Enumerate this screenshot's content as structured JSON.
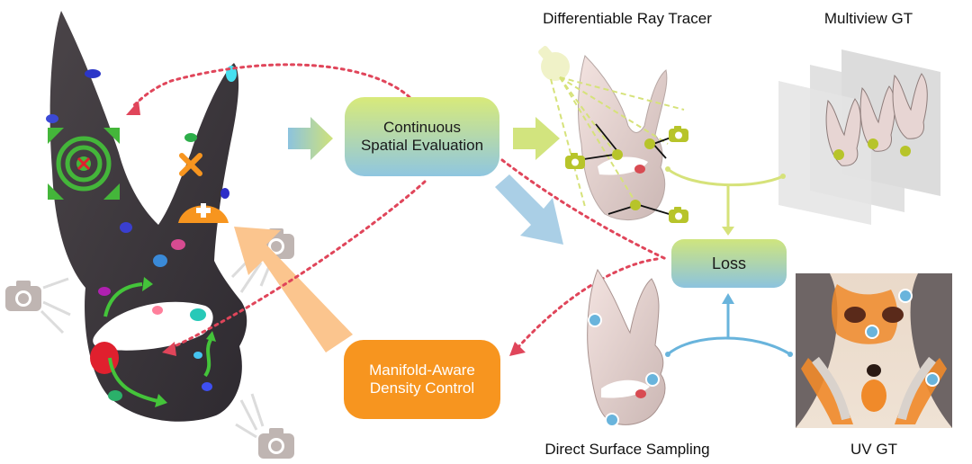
{
  "nodes": {
    "continuous": {
      "line1": "Continuous",
      "line2": "Spatial Evaluation"
    },
    "density": {
      "line1": "Manifold-Aware",
      "line2": "Density Control"
    },
    "loss": {
      "label": "Loss"
    }
  },
  "captions": {
    "ray_tracer": "Differentiable Ray Tracer",
    "multiview": "Multiview GT",
    "surface_sampling": "Direct Surface Sampling",
    "uv_gt": "UV GT"
  },
  "colors": {
    "green_arrow": "#cfe27a",
    "blue_arrow": "#8ec4de",
    "orange": "#f7951f",
    "red_dotted": "#e0455a",
    "mask_dark": "#3f3a40",
    "ui_blue_dot": "#69b4dc"
  },
  "icons": [
    "camera-icon",
    "bulb-icon",
    "move-handle-icon",
    "split-icon",
    "prune-icon"
  ]
}
